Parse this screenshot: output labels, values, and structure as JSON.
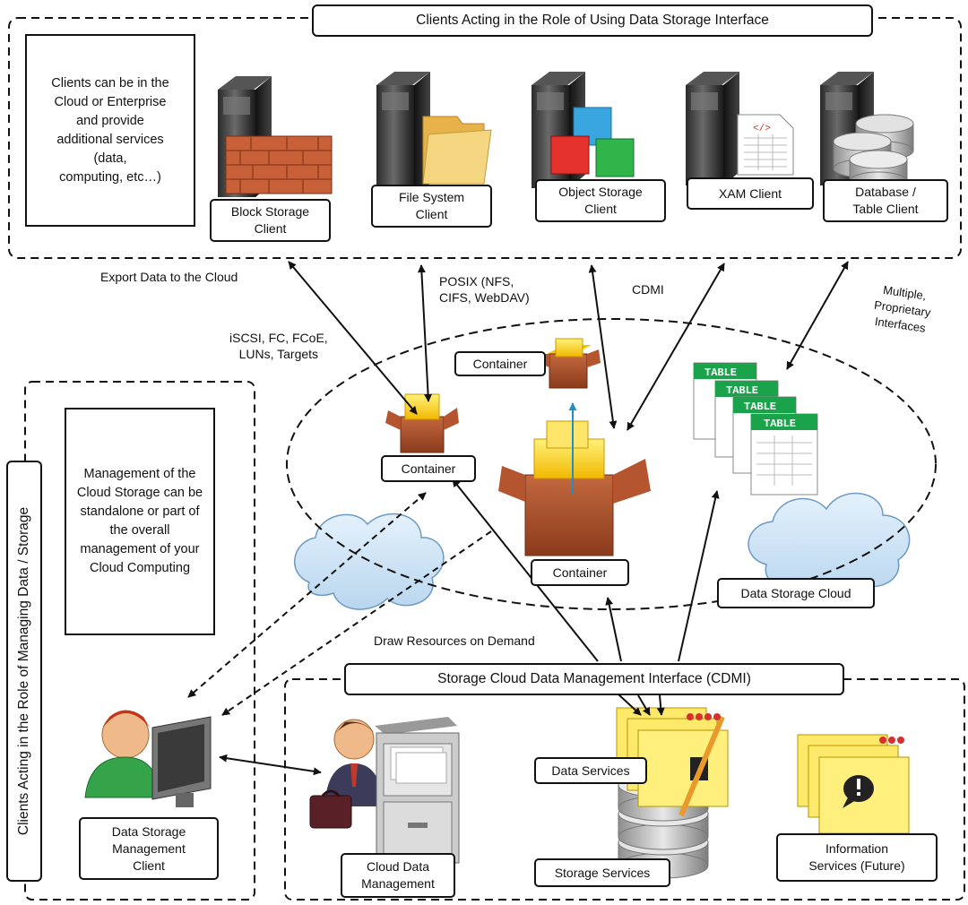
{
  "headers": {
    "top": "Clients Acting in the Role of Using Data Storage Interface",
    "cdmi": "Storage Cloud Data Management Interface (CDMI)",
    "side": "Clients Acting in the Role of Managing Data / Storage"
  },
  "notes": {
    "clients": "Clients can be in the\nCloud or Enterprise\nand provide\nadditional services\n(data,\ncomputing, etc…)",
    "management": "Management of the\nCloud Storage can be\nstandalone or part of\nthe overall\nmanagement of your\nCloud Computing"
  },
  "clients": {
    "block": "Block Storage\nClient",
    "file": "File System\nClient",
    "object": "Object Storage\nClient",
    "xam": "XAM Client",
    "database": "Database /\nTable Client"
  },
  "protocols": {
    "export": "Export Data to the Cloud",
    "iscsi": "iSCSI, FC, FCoE,\nLUNs, Targets",
    "posix": "POSIX (NFS,\nCIFS, WebDAV)",
    "cdmi": "CDMI",
    "multiple": "Multiple,\nProprietary\nInterfaces",
    "draw": "Draw Resources on Demand"
  },
  "containers": {
    "top": "Container",
    "left": "Container",
    "center": "Container"
  },
  "table_word": "TABLE",
  "xam_tag": "</>",
  "cloud_label": "Data Storage Cloud",
  "management": {
    "client": "Data Storage\nManagement\nClient",
    "cloud_data": "Cloud Data\nManagement",
    "data_services": "Data Services",
    "storage_services": "Storage Services",
    "info_services": "Information\nServices (Future)"
  }
}
